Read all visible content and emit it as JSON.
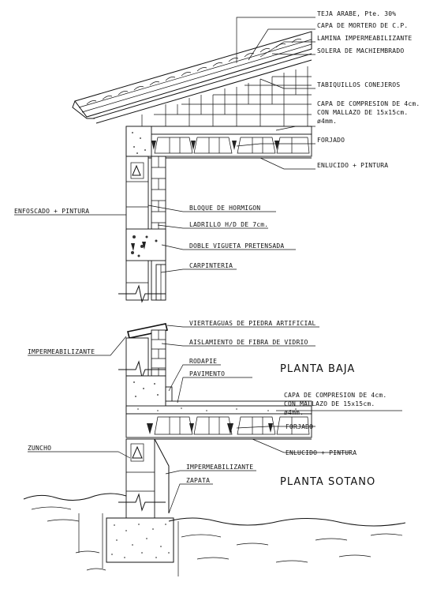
{
  "labels": {
    "teja": "TEJA ARABE, Pte. 30%",
    "capa_mortero": "CAPA DE MORTERO DE C.P.",
    "lamina": "LAMINA IMPERMEABILIZANTE",
    "solera": "SOLERA DE MACHIEMBRADO",
    "tabiquillos": "TABIQUILLOS CONEJEROS",
    "capa_comp_top_1": "CAPA DE COMPRESION DE 4cm.",
    "capa_comp_top_2": "CON MALLAZO DE 15x15cm.",
    "capa_comp_top_3": "ø4mm.",
    "forjado_top": "FORJADO",
    "enlucido_top": "ENLUCIDO + PINTURA",
    "enfoscado": "ENFOSCADO + PINTURA",
    "bloque": "BLOQUE DE HORMIGON",
    "ladrillo": "LADRILLO H/D DE 7cm.",
    "doble_vigueta": "DOBLE VIGUETA PRETENSADA",
    "carpinteria": "CARPINTERIA",
    "vierteaguas": "VIERTEAGUAS DE PIEDRA ARTIFICIAL",
    "aislamiento": "AISLAMIENTO DE FIBRA DE VIDRIO",
    "impermeabilizante_1": "IMPERMEABILIZANTE",
    "rodapie": "RODAPIE",
    "pavimento": "PAVIMENTO",
    "planta_baja": "PLANTA BAJA",
    "capa_comp_mid_1": "CAPA DE COMPRESION DE 4cm.",
    "capa_comp_mid_2": "CON MALLAZO DE 15x15cm.",
    "capa_comp_mid_3": "ø4mm.",
    "forjado_mid": "FORJADO",
    "enlucido_mid": "ENLUCIDO + PINTURA",
    "zuncho": "ZUNCHO",
    "impermeabilizante_2": "IMPERMEABILIZANTE",
    "zapata": "ZAPATA",
    "planta_sotano": "PLANTA SOTANO"
  }
}
